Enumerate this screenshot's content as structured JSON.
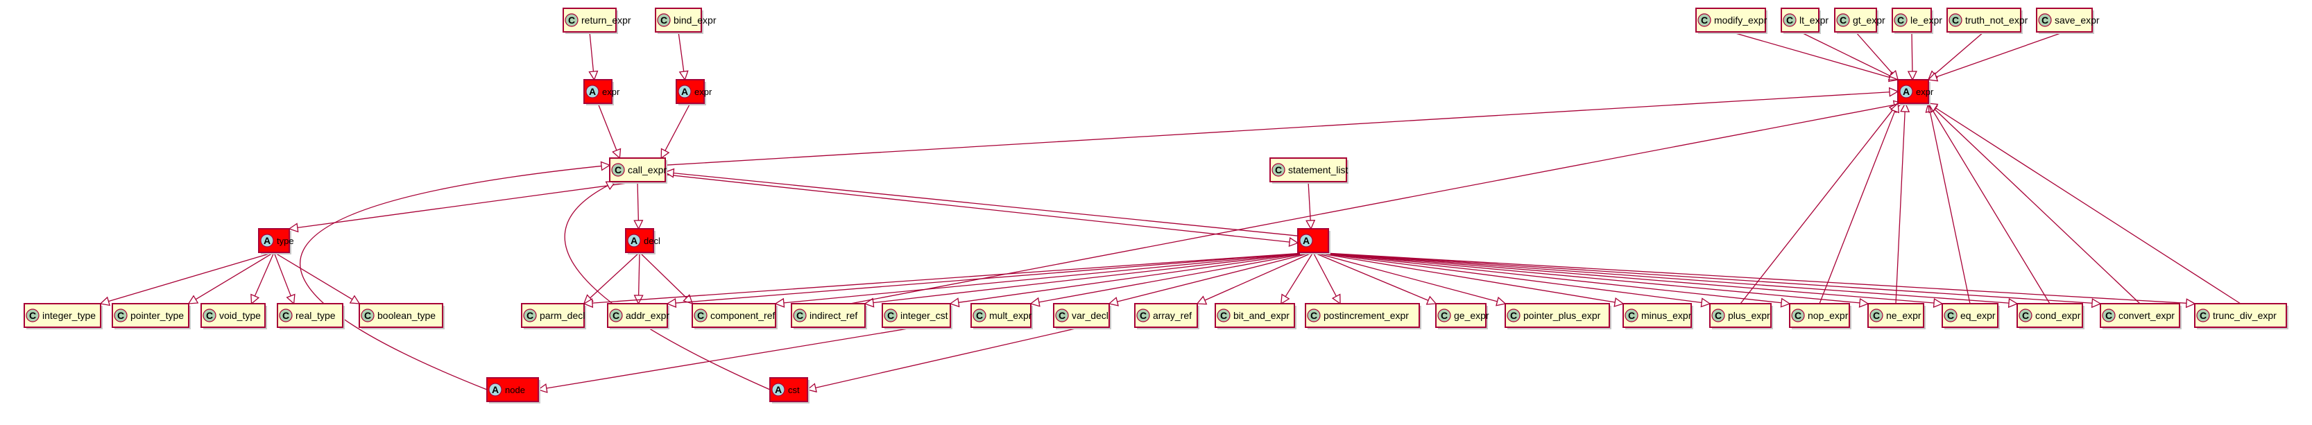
{
  "nodes": [
    {
      "id": "return_expr",
      "label": "return_expr",
      "kind": "class"
    },
    {
      "id": "bind_expr",
      "label": "bind_expr",
      "kind": "class"
    },
    {
      "id": "modify_expr",
      "label": "modify_expr",
      "kind": "class"
    },
    {
      "id": "lt_expr",
      "label": "lt_expr",
      "kind": "class"
    },
    {
      "id": "gt_expr",
      "label": "gt_expr",
      "kind": "class"
    },
    {
      "id": "le_expr",
      "label": "le_expr",
      "kind": "class"
    },
    {
      "id": "truth_not_expr",
      "label": "truth_not_expr",
      "kind": "class"
    },
    {
      "id": "save_expr",
      "label": "save_expr",
      "kind": "class"
    },
    {
      "id": "a_expr1",
      "label": "expr",
      "kind": "abstract"
    },
    {
      "id": "a_expr2",
      "label": "expr",
      "kind": "abstract"
    },
    {
      "id": "a_expr_top",
      "label": "expr",
      "kind": "abstract"
    },
    {
      "id": "call_expr",
      "label": "call_expr",
      "kind": "class"
    },
    {
      "id": "statement_list",
      "label": "statement_list",
      "kind": "class"
    },
    {
      "id": "a_type",
      "label": "type",
      "kind": "abstract"
    },
    {
      "id": "a_decl",
      "label": "decl",
      "kind": "abstract"
    },
    {
      "id": "a_hub",
      "label": "",
      "kind": "abstract"
    },
    {
      "id": "integer_type",
      "label": "integer_type",
      "kind": "class"
    },
    {
      "id": "pointer_type",
      "label": "pointer_type",
      "kind": "class"
    },
    {
      "id": "void_type",
      "label": "void_type",
      "kind": "class"
    },
    {
      "id": "real_type",
      "label": "real_type",
      "kind": "class"
    },
    {
      "id": "boolean_type",
      "label": "boolean_type",
      "kind": "class"
    },
    {
      "id": "parm_decl",
      "label": "parm_decl",
      "kind": "class"
    },
    {
      "id": "addr_expr",
      "label": "addr_expr",
      "kind": "class"
    },
    {
      "id": "component_ref",
      "label": "component_ref",
      "kind": "class"
    },
    {
      "id": "indirect_ref",
      "label": "indirect_ref",
      "kind": "class"
    },
    {
      "id": "integer_cst",
      "label": "integer_cst",
      "kind": "class"
    },
    {
      "id": "mult_expr",
      "label": "mult_expr",
      "kind": "class"
    },
    {
      "id": "var_decl",
      "label": "var_decl",
      "kind": "class"
    },
    {
      "id": "array_ref",
      "label": "array_ref",
      "kind": "class"
    },
    {
      "id": "bit_and_expr",
      "label": "bit_and_expr",
      "kind": "class"
    },
    {
      "id": "postincrement_expr",
      "label": "postincrement_expr",
      "kind": "class"
    },
    {
      "id": "ge_expr",
      "label": "ge_expr",
      "kind": "class"
    },
    {
      "id": "pointer_plus_expr",
      "label": "pointer_plus_expr",
      "kind": "class"
    },
    {
      "id": "minus_expr",
      "label": "minus_expr",
      "kind": "class"
    },
    {
      "id": "plus_expr",
      "label": "plus_expr",
      "kind": "class"
    },
    {
      "id": "nop_expr",
      "label": "nop_expr",
      "kind": "class"
    },
    {
      "id": "ne_expr",
      "label": "ne_expr",
      "kind": "class"
    },
    {
      "id": "eq_expr",
      "label": "eq_expr",
      "kind": "class"
    },
    {
      "id": "cond_expr",
      "label": "cond_expr",
      "kind": "class"
    },
    {
      "id": "convert_expr",
      "label": "convert_expr",
      "kind": "class"
    },
    {
      "id": "trunc_div_expr",
      "label": "trunc_div_expr",
      "kind": "class"
    },
    {
      "id": "a_node_bl",
      "label": "node",
      "kind": "abstract"
    },
    {
      "id": "a_node_bm",
      "label": "cst",
      "kind": "abstract"
    }
  ],
  "edges": [
    [
      "return_expr",
      "a_expr1"
    ],
    [
      "bind_expr",
      "a_expr2"
    ],
    [
      "a_expr1",
      "call_expr"
    ],
    [
      "a_expr2",
      "call_expr"
    ],
    [
      "modify_expr",
      "a_expr_top"
    ],
    [
      "lt_expr",
      "a_expr_top"
    ],
    [
      "gt_expr",
      "a_expr_top"
    ],
    [
      "le_expr",
      "a_expr_top"
    ],
    [
      "truth_not_expr",
      "a_expr_top"
    ],
    [
      "save_expr",
      "a_expr_top"
    ],
    [
      "call_expr",
      "a_expr_top"
    ],
    [
      "call_expr",
      "a_type"
    ],
    [
      "call_expr",
      "a_decl"
    ],
    [
      "call_expr",
      "a_hub"
    ],
    [
      "a_hub",
      "call_expr"
    ],
    [
      "statement_list",
      "a_hub"
    ],
    [
      "a_type",
      "integer_type"
    ],
    [
      "a_type",
      "pointer_type"
    ],
    [
      "a_type",
      "void_type"
    ],
    [
      "a_type",
      "real_type"
    ],
    [
      "a_type",
      "boolean_type"
    ],
    [
      "a_decl",
      "parm_decl"
    ],
    [
      "a_decl",
      "addr_expr"
    ],
    [
      "a_decl",
      "component_ref"
    ],
    [
      "a_hub",
      "parm_decl"
    ],
    [
      "a_hub",
      "addr_expr"
    ],
    [
      "a_hub",
      "component_ref"
    ],
    [
      "a_hub",
      "indirect_ref"
    ],
    [
      "a_hub",
      "integer_cst"
    ],
    [
      "a_hub",
      "mult_expr"
    ],
    [
      "a_hub",
      "var_decl"
    ],
    [
      "a_hub",
      "array_ref"
    ],
    [
      "a_hub",
      "bit_and_expr"
    ],
    [
      "a_hub",
      "postincrement_expr"
    ],
    [
      "a_hub",
      "ge_expr"
    ],
    [
      "a_hub",
      "pointer_plus_expr"
    ],
    [
      "a_hub",
      "minus_expr"
    ],
    [
      "a_hub",
      "plus_expr"
    ],
    [
      "a_hub",
      "nop_expr"
    ],
    [
      "a_hub",
      "ne_expr"
    ],
    [
      "a_hub",
      "eq_expr"
    ],
    [
      "a_hub",
      "cond_expr"
    ],
    [
      "a_hub",
      "convert_expr"
    ],
    [
      "a_hub",
      "trunc_div_expr"
    ],
    [
      "indirect_ref",
      "a_expr_top"
    ],
    [
      "plus_expr",
      "a_expr_top"
    ],
    [
      "nop_expr",
      "a_expr_top"
    ],
    [
      "ne_expr",
      "a_expr_top"
    ],
    [
      "eq_expr",
      "a_expr_top"
    ],
    [
      "cond_expr",
      "a_expr_top"
    ],
    [
      "convert_expr",
      "a_expr_top"
    ],
    [
      "trunc_div_expr",
      "a_expr_top"
    ],
    [
      "integer_cst",
      "a_node_bl"
    ],
    [
      "var_decl",
      "a_node_bm"
    ],
    [
      "a_node_bl",
      "call_expr"
    ],
    [
      "a_node_bm",
      "call_expr"
    ]
  ],
  "colors": {
    "class_fill": "#fefece",
    "abstract_fill": "#ff0000",
    "border": "#a80036",
    "badge_class": "#add1b2",
    "badge_abstract": "#a9dcdf"
  }
}
